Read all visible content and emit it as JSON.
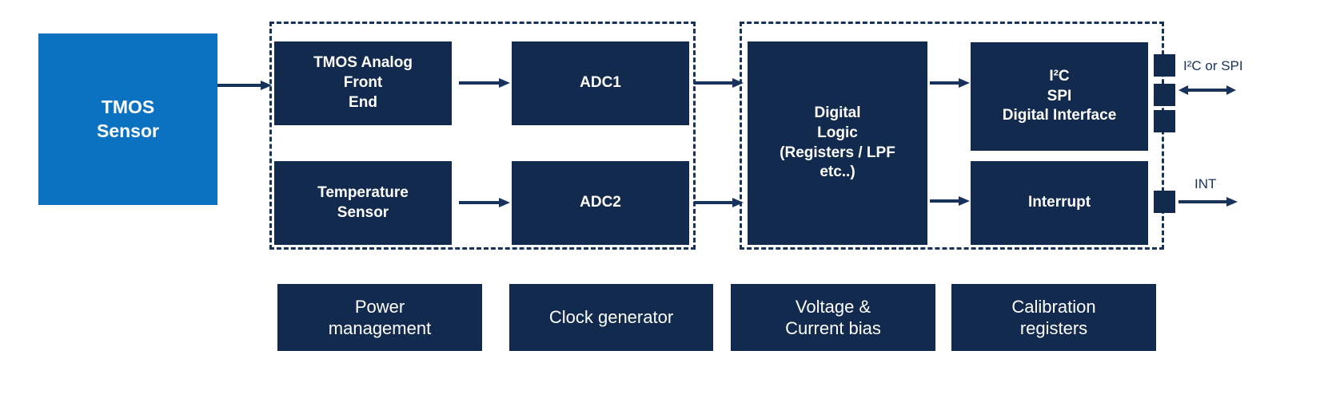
{
  "colors": {
    "navy": "#122a4d",
    "blue": "#0a72c1",
    "ink": "#17335c"
  },
  "diagram": {
    "sensor": {
      "label": "TMOS\nSensor"
    },
    "analog_chain": {
      "afe_label": "TMOS Analog\nFront\nEnd",
      "temp_sensor_label": "Temperature\nSensor",
      "adc1_label": "ADC1",
      "adc2_label": "ADC2"
    },
    "digital_chain": {
      "logic_label": "Digital\nLogic\n(Registers / LPF\netc..)",
      "interface_label": "I²C\nSPI\nDigital Interface",
      "interrupt_label": "Interrupt"
    },
    "pins": {
      "i2c_spi_label": "I²C or SPI",
      "int_label": "INT"
    },
    "support_blocks": [
      "Power\nmanagement",
      "Clock generator",
      "Voltage &\nCurrent bias",
      "Calibration\nregisters"
    ]
  }
}
